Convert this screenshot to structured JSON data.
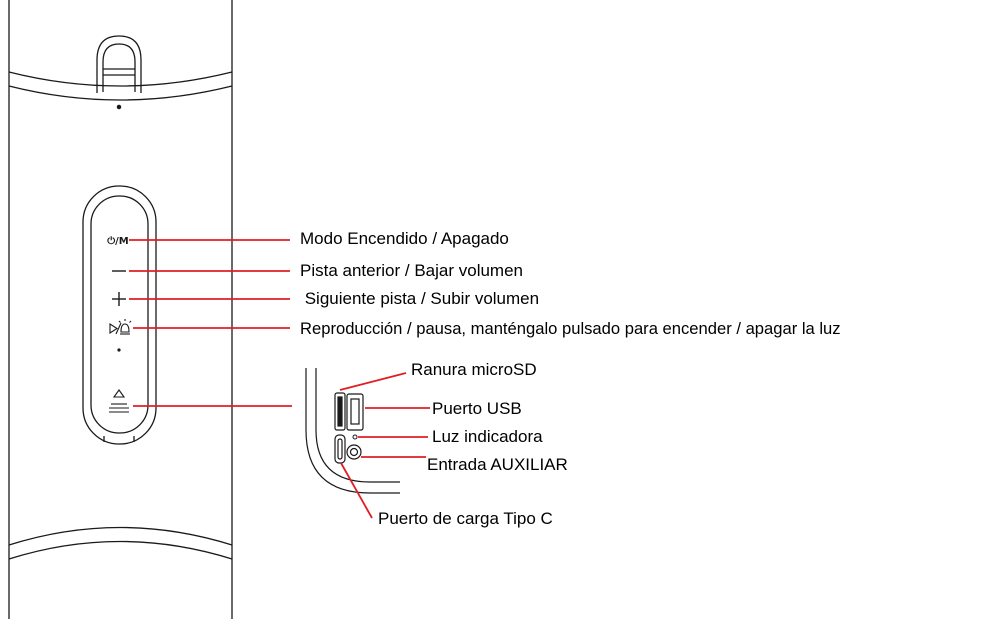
{
  "diagram": {
    "colors": {
      "line": "#e01e24",
      "outline": "#1a1a1a",
      "text": "#000000",
      "background": "#ffffff"
    },
    "button_icons": [
      "power-mode-icon",
      "minus-icon",
      "plus-icon",
      "play-light-icon",
      "eject-icon"
    ],
    "power_icon_text": "⏻/M",
    "button_labels": [
      "Modo Encendido / Apagado",
      "Pista anterior / Bajar volumen",
      " Siguiente pista / Subir volumen",
      "Reproducción / pausa, manténgalo pulsado para encender / apagar la luz"
    ],
    "port_labels": {
      "microsd": "Ranura microSD",
      "usb": "Puerto USB",
      "indicator": "Luz indicadora",
      "aux": "Entrada AUXILIAR",
      "type_c": "Puerto de carga Tipo C"
    }
  }
}
